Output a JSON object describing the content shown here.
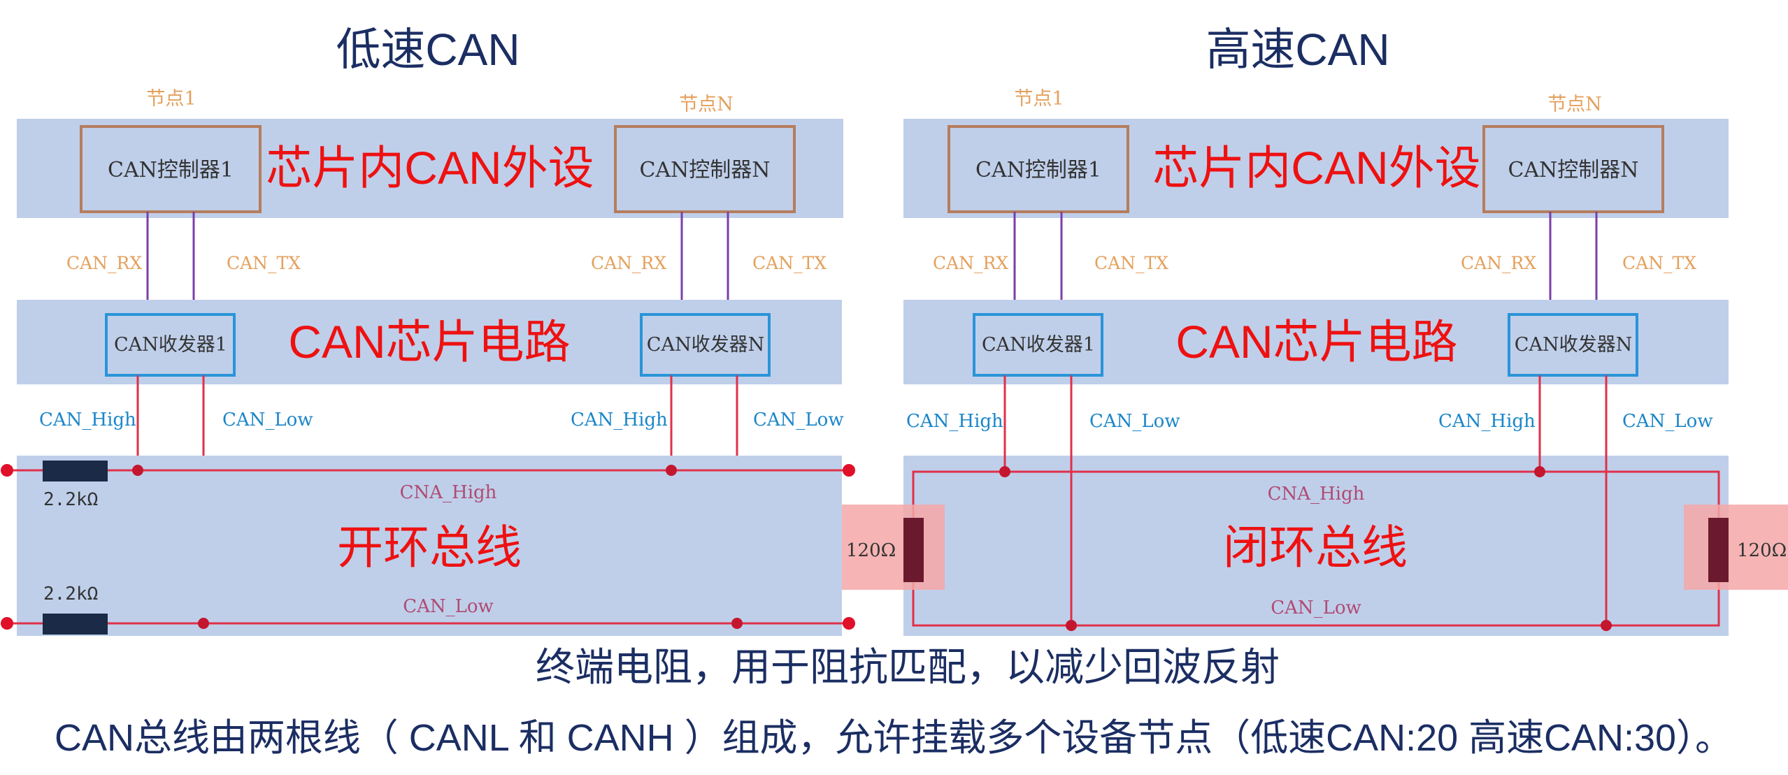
{
  "colors": {
    "band": "#bfcfea",
    "navy_text": "#1b2e63",
    "red_text": "#ee1111",
    "orange_text": "#e4a05c",
    "blue_text": "#1b86c9",
    "pink_text": "#b04a73",
    "controller_border": "#b57d5d",
    "transceiver_border": "#2a94d8",
    "tx_rx_wire": "#7a3fa8",
    "bus_wire": "#e0304a",
    "pullup_resistor": "#1b2a47",
    "terminator_fill": "#6b1a2e",
    "terminator_highlight": "#f4a7a7",
    "node_dot": "#e0102a"
  },
  "left_panel": {
    "title": "低速CAN",
    "node1_label": "节点1",
    "nodeN_label": "节点N",
    "controller1": "CAN控制器1",
    "controllerN": "CAN控制器N",
    "peripheral_label": "芯片内CAN外设",
    "can_rx_1": "CAN_RX",
    "can_tx_1": "CAN_TX",
    "can_rx_n": "CAN_RX",
    "can_tx_n": "CAN_TX",
    "transceiver1": "CAN收发器1",
    "transceiverN": "CAN收发器N",
    "chip_circuit_label": "CAN芯片电路",
    "can_high_1": "CAN_High",
    "can_low_1": "CAN_Low",
    "can_high_n": "CAN_High",
    "can_low_n": "CAN_Low",
    "bus_high_label": "CNA_High",
    "bus_low_label": "CAN_Low",
    "bus_label": "开环总线",
    "resistor_top": "2.2kΩ",
    "resistor_bottom": "2.2kΩ",
    "terminator": "120Ω"
  },
  "right_panel": {
    "title": "高速CAN",
    "node1_label": "节点1",
    "nodeN_label": "节点N",
    "controller1": "CAN控制器1",
    "controllerN": "CAN控制器N",
    "peripheral_label": "芯片内CAN外设",
    "can_rx_1": "CAN_RX",
    "can_tx_1": "CAN_TX",
    "can_rx_n": "CAN_RX",
    "can_tx_n": "CAN_TX",
    "transceiver1": "CAN收发器1",
    "transceiverN": "CAN收发器N",
    "chip_circuit_label": "CAN芯片电路",
    "can_high_1": "CAN_High",
    "can_low_1": "CAN_Low",
    "can_high_n": "CAN_High",
    "can_low_n": "CAN_Low",
    "bus_high_label": "CNA_High",
    "bus_low_label": "CAN_Low",
    "bus_label": "闭环总线",
    "terminator": "120Ω"
  },
  "footer": {
    "line1": "终端电阻，用于阻抗匹配，以减少回波反射",
    "line2": "CAN总线由两根线（ CANL 和 CANH ）组成，允许挂载多个设备节点（低速CAN:20 高速CAN:30）。"
  }
}
